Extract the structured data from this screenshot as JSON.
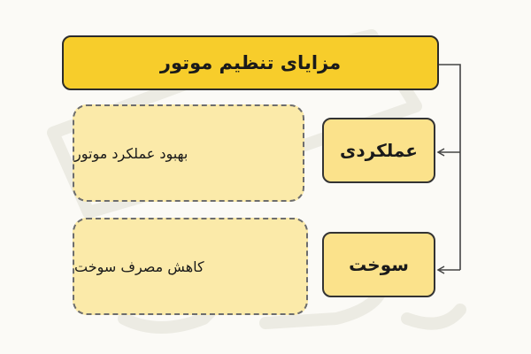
{
  "colors": {
    "header_fill": "#f7cd2b",
    "label_fill": "#fbe28b",
    "desc_fill": "#fbeaa9",
    "stroke": "#2b2b2b"
  },
  "diagram": {
    "title": "مزایای تنظیم موتور",
    "rows": [
      {
        "label": "عملکردی",
        "description": "بهبود عملکرد موتور"
      },
      {
        "label": "سوخت",
        "description": "کاهش مصرف سوخت"
      }
    ]
  }
}
